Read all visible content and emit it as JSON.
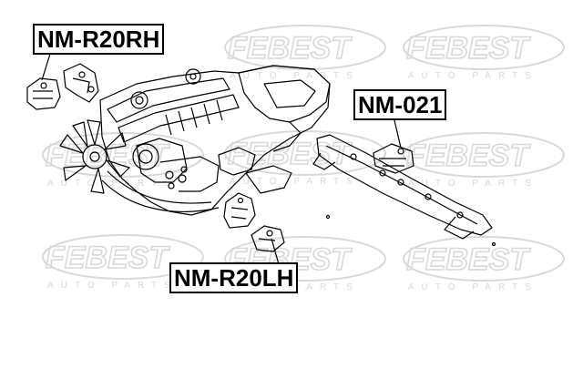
{
  "labels": {
    "right_mount": "NM-R20RH",
    "transmission_mount": "NM-021",
    "left_mount": "NM-R20LH"
  },
  "watermark": {
    "brand": "FEBEST",
    "tagline": "AUTO PARTS"
  },
  "colors": {
    "line": "#000000",
    "watermark": "#d9d9d9",
    "background": "#ffffff"
  }
}
